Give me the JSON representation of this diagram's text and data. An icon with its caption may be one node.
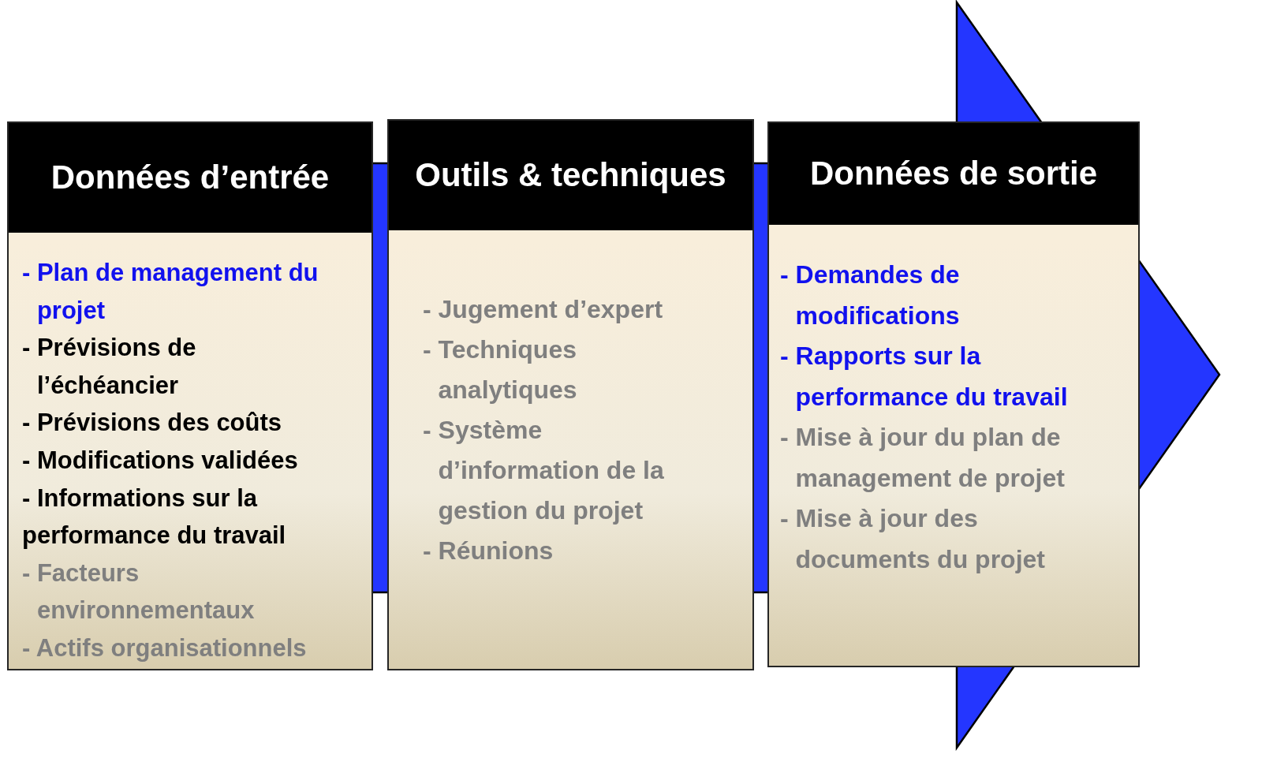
{
  "diagram": {
    "nodes": [
      {
        "text": [
          "Données d’entrée",
          "- Plan de management du projet",
          "- Prévisions de l’échéancier",
          "- Prévisions des coûts",
          "- Modifications validées",
          "- Informations sur la performance du travail",
          "- Facteurs environnementaux",
          "- Actifs organisationnels"
        ]
      },
      {
        "text": [
          "Outils & techniques",
          "- Jugement d’expert",
          "- Techniques analytiques",
          "- Système d’information de la gestion du projet",
          "- Réunions"
        ]
      },
      {
        "text": [
          "Données de sortie",
          "- Demandes de modifications",
          "- Rapports sur la performance du travail",
          "- Mise à jour du plan de management de projet",
          "- Mise à jour des documents du projet"
        ]
      }
    ]
  }
}
